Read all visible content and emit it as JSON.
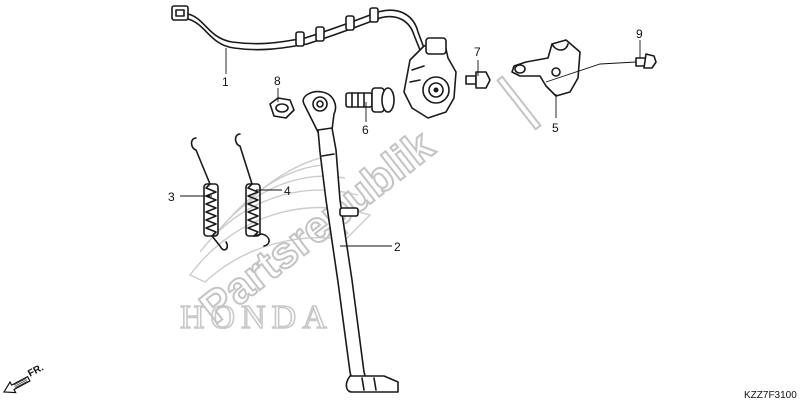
{
  "diagram": {
    "callouts": [
      {
        "id": "c1",
        "label": "1"
      },
      {
        "id": "c2",
        "label": "2"
      },
      {
        "id": "c3",
        "label": "3"
      },
      {
        "id": "c4",
        "label": "4"
      },
      {
        "id": "c5",
        "label": "5"
      },
      {
        "id": "c6",
        "label": "6"
      },
      {
        "id": "c7",
        "label": "7"
      },
      {
        "id": "c8",
        "label": "8"
      },
      {
        "id": "c9",
        "label": "9"
      }
    ],
    "diagram_code": "KZZ7F3100",
    "direction_label": "FR.",
    "watermark": {
      "brand": "HONDA",
      "site": "Partsrepublik"
    }
  }
}
